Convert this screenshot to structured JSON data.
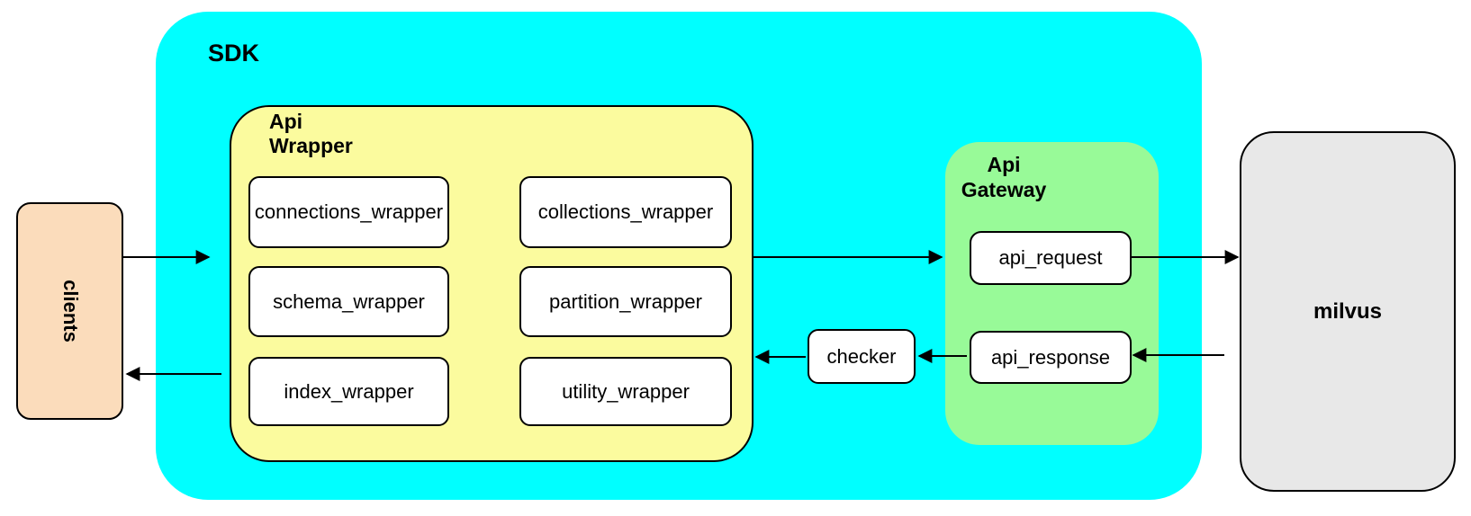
{
  "diagram": {
    "clients": {
      "label": "clients"
    },
    "sdk": {
      "label": "SDK"
    },
    "api_wrapper": {
      "label_line1": "Api",
      "label_line2": "Wrapper",
      "boxes": [
        "connections_wrapper",
        "collections_wrapper",
        "schema_wrapper",
        "partition_wrapper",
        "index_wrapper",
        "utility_wrapper"
      ]
    },
    "checker": {
      "label": "checker"
    },
    "api_gateway": {
      "label_line1": "Api",
      "label_line2": "Gateway",
      "request_label": "api_request",
      "response_label": "api_response"
    },
    "milvus": {
      "label": "milvus"
    },
    "edges": [
      {
        "from": "clients",
        "to": "SDK"
      },
      {
        "from": "Api Wrapper",
        "to": "Api Gateway"
      },
      {
        "from": "api_request",
        "to": "milvus"
      },
      {
        "from": "milvus",
        "to": "api_response"
      },
      {
        "from": "api_response",
        "to": "checker"
      },
      {
        "from": "checker",
        "to": "Api Wrapper"
      },
      {
        "from": "SDK",
        "to": "clients"
      }
    ],
    "colors": {
      "canvas_bg": "#FFFFFF",
      "sdk_fill": "#00FFFF",
      "api_wrapper_fill": "#FBFB9E",
      "api_gateway_fill": "#98FA98",
      "clients_fill": "#FBDCBB",
      "milvus_fill": "#E8E8E8",
      "inner_box_fill": "#FFFFFF",
      "stroke": "#000000"
    }
  }
}
